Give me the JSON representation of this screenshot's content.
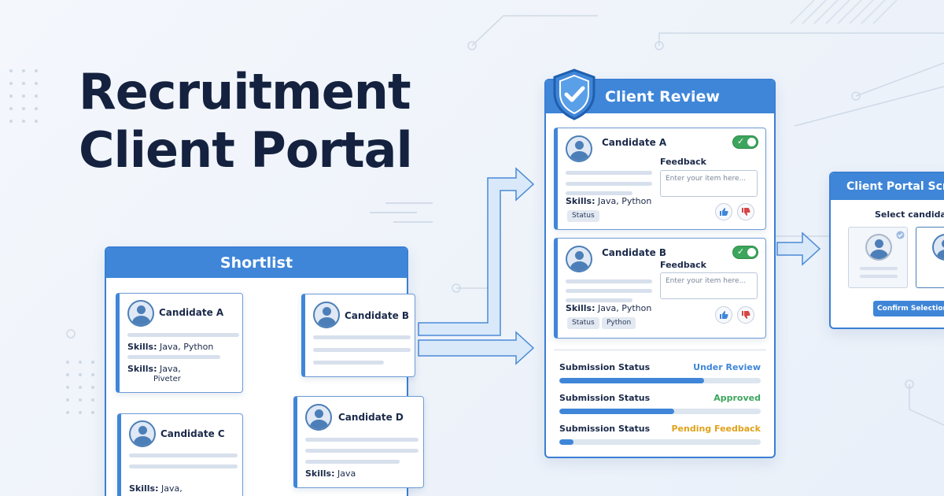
{
  "title": {
    "line1": "Recruitment",
    "line2": "Client Portal"
  },
  "shortlist": {
    "header": "Shortlist",
    "candidates": [
      {
        "name": "Candidate A",
        "skills_label": "Skills:",
        "skills": "Java, Python",
        "skills2_label": "Skills:",
        "skills2_line1": "Java,",
        "skills2_line2": "Piveter"
      },
      {
        "name": "Candidate B"
      },
      {
        "name": "Candidate C",
        "skills_label": "Skills:",
        "skills_line1": "Java,"
      },
      {
        "name": "Candidate D",
        "skills_label": "Skills:",
        "skills": "Java"
      }
    ]
  },
  "client_review": {
    "header": "Client Review",
    "candidates": [
      {
        "name": "Candidate A",
        "feedback_label": "Feedback",
        "feedback_placeholder": "Enter your item here...",
        "skills_label": "Skills:",
        "skills": "Java, Python",
        "badges": [
          "Status"
        ]
      },
      {
        "name": "Candidate B",
        "feedback_label": "Feedback",
        "feedback_placeholder": "Enter your item here...",
        "skills_label": "Skills:",
        "skills": "Java, Python",
        "badges": [
          "Status",
          "Python"
        ]
      }
    ],
    "submissions": [
      {
        "label": "Submission Status",
        "value": "Under Review",
        "progress": 0.72
      },
      {
        "label": "Submission Status",
        "value": "Approved",
        "progress": 0.57
      },
      {
        "label": "Submission Status",
        "value": "Pending Feedback",
        "progress": 0.07
      }
    ]
  },
  "client_portal": {
    "header": "Client Portal Scre",
    "subtitle": "Select candidate",
    "confirm_button": "Confirm Selection"
  },
  "colors": {
    "accent": "#3f86d8",
    "under_review": "#3f86d8",
    "approved": "#3ca55c",
    "pending": "#e0a21a",
    "title": "#14223f"
  }
}
